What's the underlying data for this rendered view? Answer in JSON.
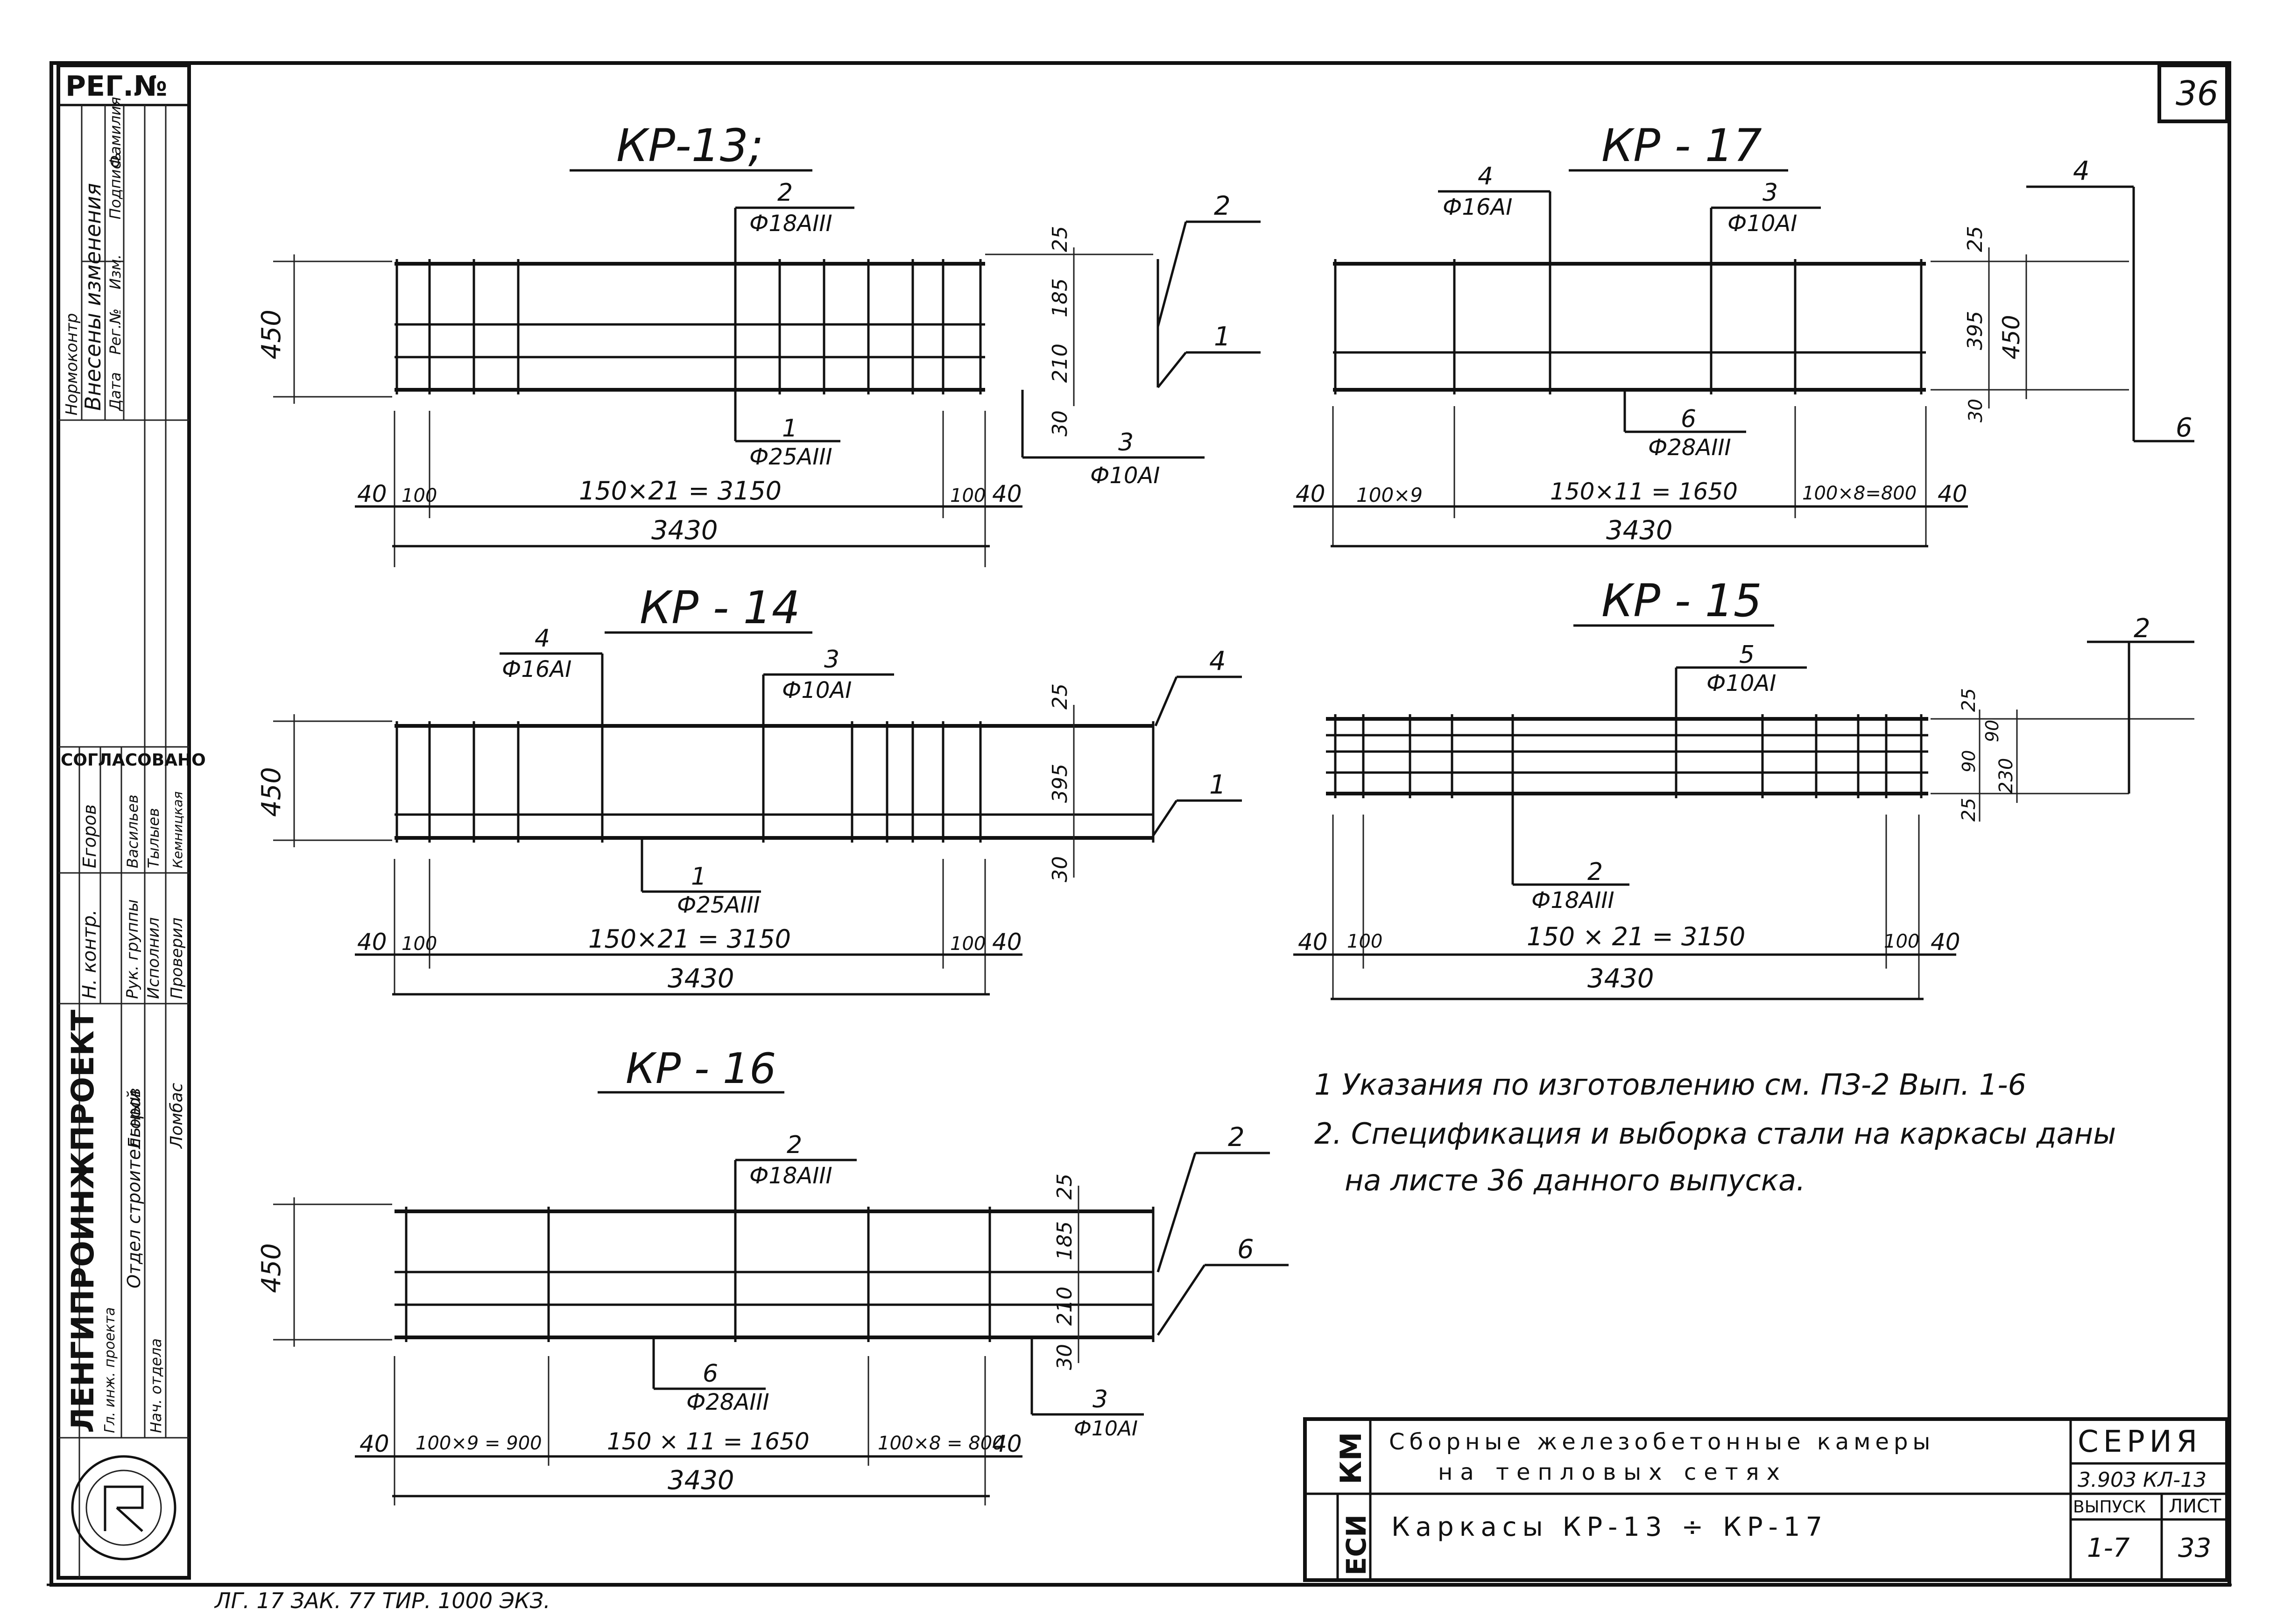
{
  "sheet_number": "36",
  "reg": {
    "label": "РЕГ.№"
  },
  "side_block": {
    "changes_header": "Внесены изменения",
    "col_1": "Дата",
    "col_2": "Рег.№",
    "col_3": "Изм.",
    "col_4": "Подпись",
    "col_5": "Фамилия",
    "control": "Нормоконтр",
    "approved": "СОГЛАСОВАНО",
    "nkontr": "Н. контр.",
    "ruk_gruppy": "Рук. группы",
    "ispolnil": "Исполнил",
    "proveril": "Проверил",
    "egorov_1": "Егоров",
    "vasilyev": "Васильев",
    "tulyev": "Тылыев",
    "kemnicka": "Кемницкая",
    "org": "ЛЕНГИПРОИНЖПРОЕКТ",
    "gl_ingener": "Гл. инж. проекта",
    "otdel": "Отдел строительный",
    "nach_otdela": "Нач. отдела",
    "egorov_2": "Егоров",
    "lombas": "Ломбас"
  },
  "drawings": {
    "kp13": {
      "title": "КР-13;",
      "d_top": "25",
      "d_mid1": "185",
      "d_mid2": "210",
      "d_bot": "30",
      "height": "450",
      "lab1_num": "1",
      "lab1_spec": "Ф25АIII",
      "lab2_num": "2",
      "lab2_spec": "Ф18АIII",
      "lab3_num": "3",
      "lab3_spec": "Ф10АI",
      "callout_top": "2",
      "callout_bot": "1",
      "dim_left": "40",
      "dim_100a": "100",
      "dim_center": "150×21 = 3150",
      "dim_100b": "100",
      "dim_right": "40",
      "dim_total": "3430"
    },
    "kp17": {
      "title": "КР - 17",
      "d_top": "25",
      "d_mid": "395",
      "d_height": "450",
      "d_bot": "30",
      "lab4_num": "4",
      "lab4_spec": "Ф16АI",
      "lab3_num": "3",
      "lab3_spec": "Ф10АI",
      "lab6_num": "6",
      "lab6_spec": "Ф28АIII",
      "callout_top": "4",
      "callout_bot": "6",
      "dim_left": "40",
      "dim_a": "100×9",
      "dim_center": "150×11 = 1650",
      "dim_b": "100×8=800",
      "dim_right": "40",
      "dim_total": "3430"
    },
    "kp14": {
      "title": "КР - 14",
      "d_top": "25",
      "d_mid": "395",
      "d_bot": "30",
      "height": "450",
      "lab4_num": "4",
      "lab4_spec": "Ф16АI",
      "lab3_num": "3",
      "lab3_spec": "Ф10АI",
      "lab1_num": "1",
      "lab1_spec": "Ф25АIII",
      "callout_top": "4",
      "callout_bot": "1",
      "dim_left": "40",
      "dim_100a": "100",
      "dim_center": "150×21 = 3150",
      "dim_100b": "100",
      "dim_right": "40",
      "dim_total": "3430"
    },
    "kp15": {
      "title": "КР - 15",
      "d_top": "25",
      "d_90a": "90",
      "d_90b": "90",
      "d_230": "230",
      "d_bot": "25",
      "lab5_num": "5",
      "lab5_spec": "Ф10АI",
      "lab2_num": "2",
      "lab2_spec": "Ф18АIII",
      "callout_top": "2",
      "dim_left": "40",
      "dim_100a": "100",
      "dim_center": "150 × 21 = 3150",
      "dim_100b": "100",
      "dim_right": "40",
      "dim_total": "3430"
    },
    "kp16": {
      "title": "КР - 16",
      "d_top": "25",
      "d_mid1": "185",
      "d_mid2": "210",
      "d_bot": "30",
      "height": "450",
      "lab2_num": "2",
      "lab2_spec": "Ф18АIII",
      "lab6_num": "6",
      "lab6_spec": "Ф28АIII",
      "lab3_num": "3",
      "lab3_spec": "Ф10АI",
      "callout_top": "2",
      "callout_bot": "6",
      "dim_left": "40",
      "dim_a": "100×9 = 900",
      "dim_center": "150 × 11 = 1650",
      "dim_b": "100×8 = 800",
      "dim_right": "40",
      "dim_total": "3430"
    }
  },
  "notes": {
    "n1": "1 Указания по изготовлению см. ПЗ-2 Вып. 1-6",
    "n2": "2. Спецификация и выборка стали на каркасы даны",
    "n2b": "на листе 36 данного выпуска."
  },
  "title_block": {
    "name_line1": "Сборные железобетонные камеры",
    "name_line2": "на тепловых сетях",
    "sheet_name": "Каркасы КР-13 ÷ КР-17",
    "series_label": "СЕРИЯ",
    "series_value": "3.903 КЛ-13",
    "vypusk_label": "ВЫПУСК",
    "vypusk_value": "1-7",
    "list_label": "ЛИСТ",
    "list_value": "33",
    "corner_top": "КМ",
    "corner_bot": "ЕСИ"
  },
  "footer_stamp": "ЛГ. 17 ЗАК. 77 ТИР. 1000 ЭКЗ."
}
